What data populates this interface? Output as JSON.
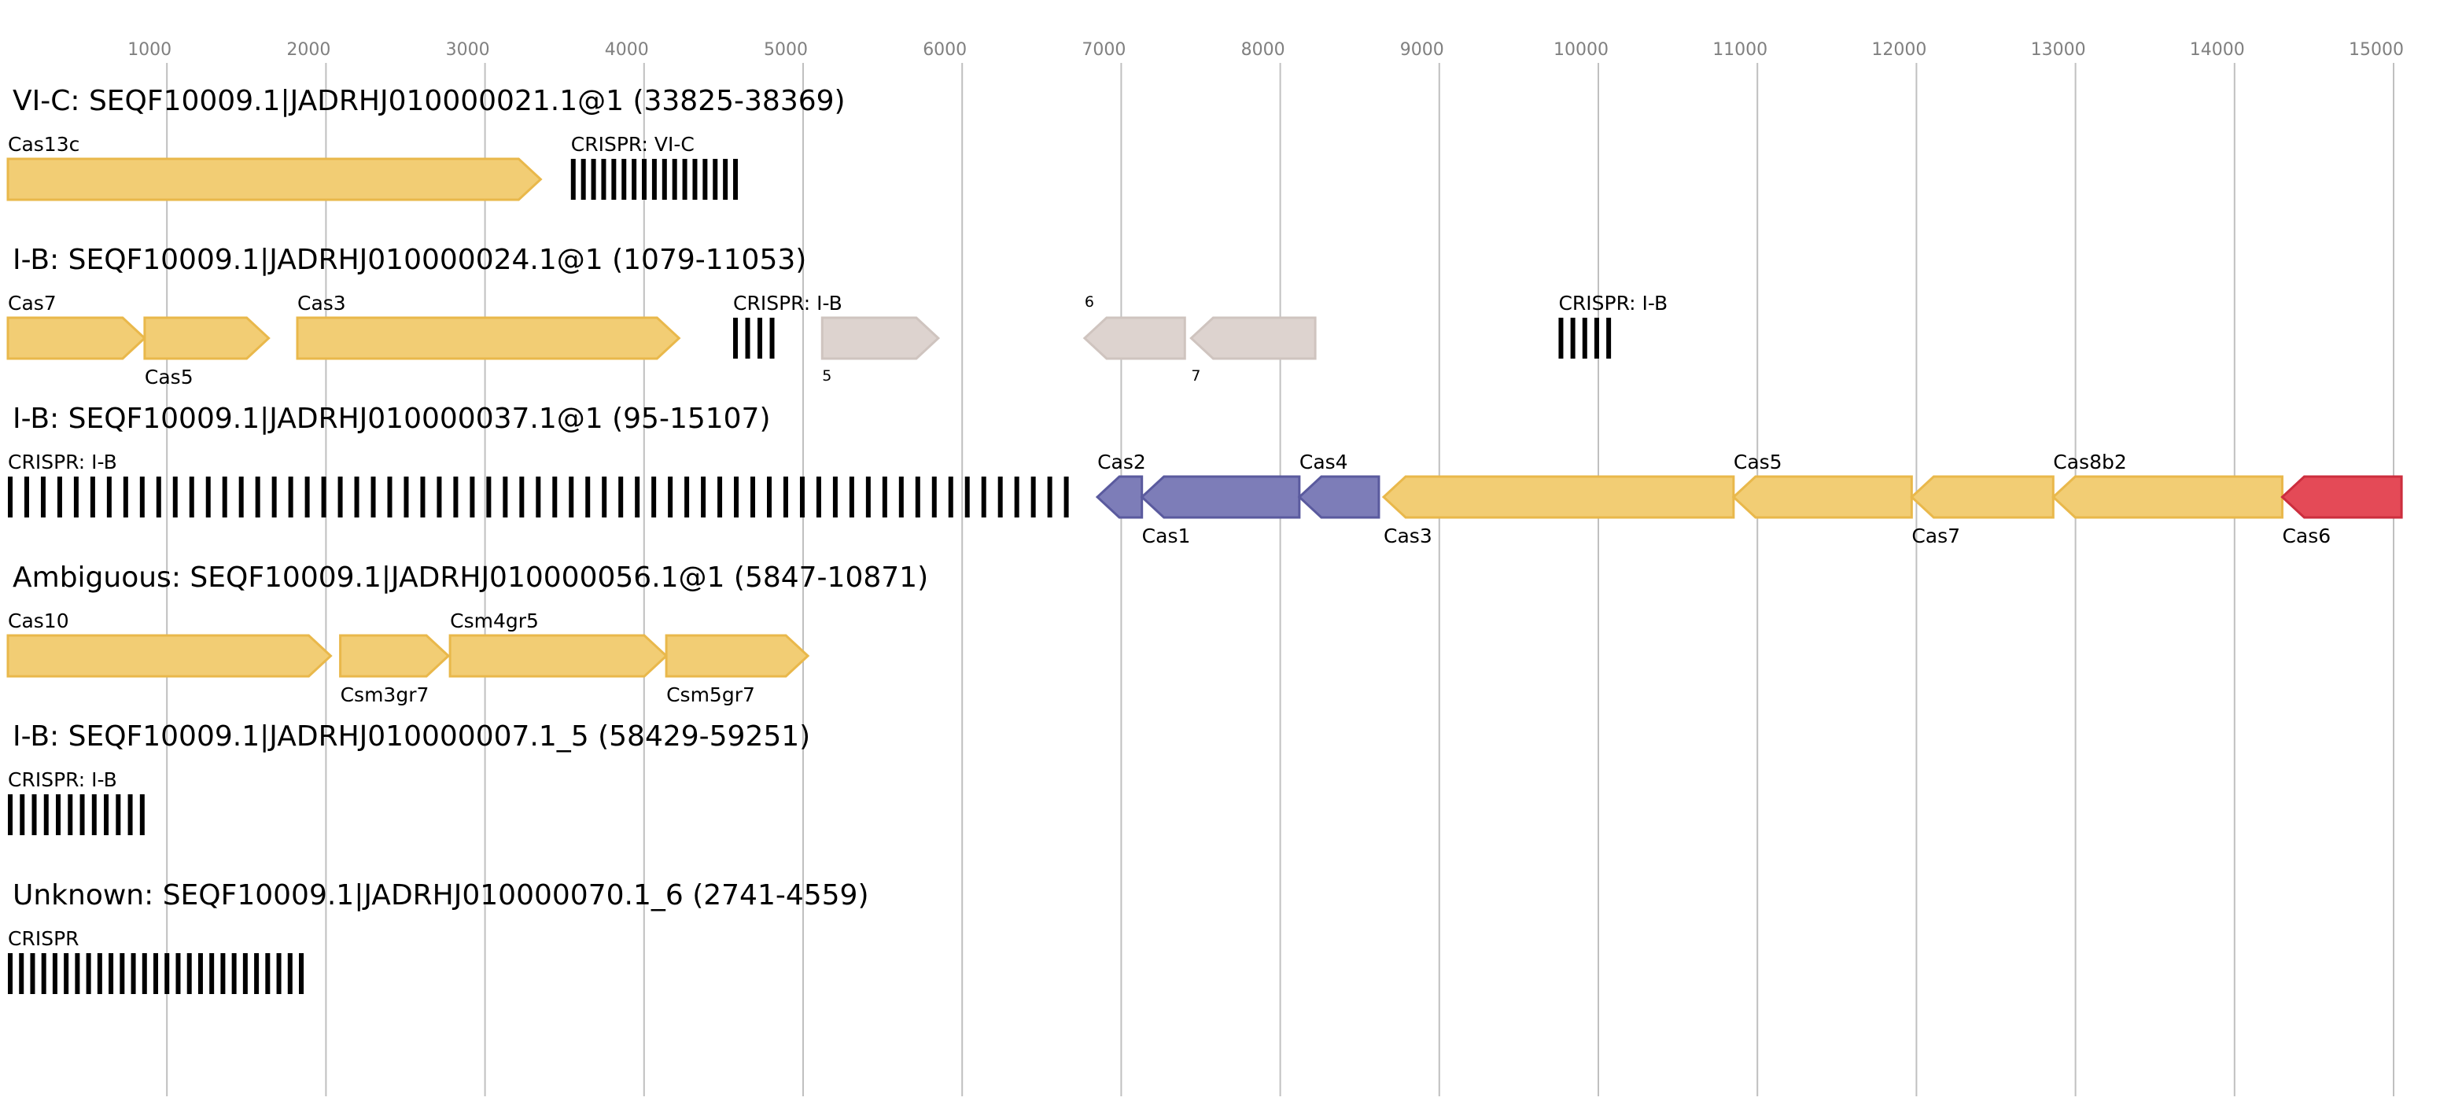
{
  "axis": {
    "ticks": [
      1000,
      2000,
      3000,
      4000,
      5000,
      6000,
      7000,
      8000,
      9000,
      10000,
      11000,
      12000,
      13000,
      14000,
      15000
    ]
  },
  "colors": {
    "yellow": "#f2cd74",
    "yellow_stroke": "#e9b84b",
    "blue": "#7d7db8",
    "blue_stroke": "#5a5a9e",
    "red": "#e44a57",
    "red_stroke": "#cc2e3e",
    "grey": "#ddd3cf",
    "grey_stroke": "#cfc4bf",
    "crispr": "#000000",
    "gridline": "#c0c0c0",
    "tick_text": "#808080"
  },
  "tracks": [
    {
      "title": "VI-C: SEQF10009.1|JADRHJ010000021.1@1 (33825-38369)",
      "features": [
        {
          "type": "gene",
          "start": 0,
          "end": 3350,
          "strand": "+",
          "color": "yellow",
          "label": "Cas13c",
          "label_pos": "above"
        },
        {
          "type": "crispr",
          "start": 3540,
          "end": 4560,
          "repeats": 17,
          "label": "CRISPR: VI-C",
          "label_pos": "above"
        }
      ]
    },
    {
      "title": "I-B: SEQF10009.1|JADRHJ010000024.1@1 (1079-11053)",
      "features": [
        {
          "type": "gene",
          "start": 0,
          "end": 860,
          "strand": "+",
          "color": "yellow",
          "label": "Cas7",
          "label_pos": "above"
        },
        {
          "type": "gene",
          "start": 860,
          "end": 1640,
          "strand": "+",
          "color": "yellow",
          "label": "Cas5",
          "label_pos": "below"
        },
        {
          "type": "gene",
          "start": 1820,
          "end": 4220,
          "strand": "+",
          "color": "yellow",
          "label": "Cas3",
          "label_pos": "above"
        },
        {
          "type": "crispr",
          "start": 4560,
          "end": 4790,
          "repeats": 4,
          "label": "CRISPR: I-B",
          "label_pos": "above"
        },
        {
          "type": "gene",
          "start": 5120,
          "end": 5850,
          "strand": "+",
          "color": "grey",
          "label": "5",
          "label_pos": "below",
          "small": true
        },
        {
          "type": "gene",
          "start": 6770,
          "end": 7400,
          "strand": "-",
          "color": "grey",
          "label": "6",
          "label_pos": "above",
          "small": true
        },
        {
          "type": "gene",
          "start": 7440,
          "end": 8220,
          "strand": "-",
          "color": "grey",
          "label": "7",
          "label_pos": "below",
          "small": true
        },
        {
          "type": "crispr",
          "start": 9750,
          "end": 10050,
          "repeats": 5,
          "label": "CRISPR: I-B",
          "label_pos": "above"
        }
      ]
    },
    {
      "title": "I-B: SEQF10009.1|JADRHJ010000037.1@1 (95-15107)",
      "features": [
        {
          "type": "crispr",
          "start": 0,
          "end": 6640,
          "repeats": 65,
          "label": "CRISPR: I-B",
          "label_pos": "above"
        },
        {
          "type": "gene",
          "start": 6850,
          "end": 7130,
          "strand": "-",
          "color": "blue",
          "label": "Cas2",
          "label_pos": "above"
        },
        {
          "type": "gene",
          "start": 7130,
          "end": 8120,
          "strand": "-",
          "color": "blue",
          "label": "Cas1",
          "label_pos": "below"
        },
        {
          "type": "gene",
          "start": 8120,
          "end": 8620,
          "strand": "-",
          "color": "blue",
          "label": "Cas4",
          "label_pos": "above"
        },
        {
          "type": "gene",
          "start": 8650,
          "end": 10850,
          "strand": "-",
          "color": "yellow",
          "label": "Cas3",
          "label_pos": "below"
        },
        {
          "type": "gene",
          "start": 10850,
          "end": 11970,
          "strand": "-",
          "color": "yellow",
          "label": "Cas5",
          "label_pos": "above"
        },
        {
          "type": "gene",
          "start": 11970,
          "end": 12860,
          "strand": "-",
          "color": "yellow",
          "label": "Cas7",
          "label_pos": "below"
        },
        {
          "type": "gene",
          "start": 12860,
          "end": 14300,
          "strand": "-",
          "color": "yellow",
          "label": "Cas8b2",
          "label_pos": "above"
        },
        {
          "type": "gene",
          "start": 14300,
          "end": 15050,
          "strand": "-",
          "color": "red",
          "label": "Cas6",
          "label_pos": "below"
        }
      ]
    },
    {
      "title": "Ambiguous: SEQF10009.1|JADRHJ010000056.1@1 (5847-10871)",
      "features": [
        {
          "type": "gene",
          "start": 0,
          "end": 2030,
          "strand": "+",
          "color": "yellow",
          "label": "Cas10",
          "label_pos": "above"
        },
        {
          "type": "gene",
          "start": 2090,
          "end": 2770,
          "strand": "+",
          "color": "yellow",
          "label": "Csm3gr7",
          "label_pos": "below"
        },
        {
          "type": "gene",
          "start": 2780,
          "end": 4140,
          "strand": "+",
          "color": "yellow",
          "label": "Csm4gr5",
          "label_pos": "above"
        },
        {
          "type": "gene",
          "start": 4140,
          "end": 5030,
          "strand": "+",
          "color": "yellow",
          "label": "Csm5gr7",
          "label_pos": "below"
        }
      ]
    },
    {
      "title": "I-B: SEQF10009.1|JADRHJ010000007.1_5 (58429-59251)",
      "features": [
        {
          "type": "crispr",
          "start": 0,
          "end": 830,
          "repeats": 12,
          "label": "CRISPR: I-B",
          "label_pos": "above"
        }
      ]
    },
    {
      "title": "Unknown: SEQF10009.1|JADRHJ010000070.1_6 (2741-4559)",
      "features": [
        {
          "type": "crispr",
          "start": 0,
          "end": 1830,
          "repeats": 27,
          "label": "CRISPR",
          "label_pos": "above"
        }
      ]
    }
  ]
}
